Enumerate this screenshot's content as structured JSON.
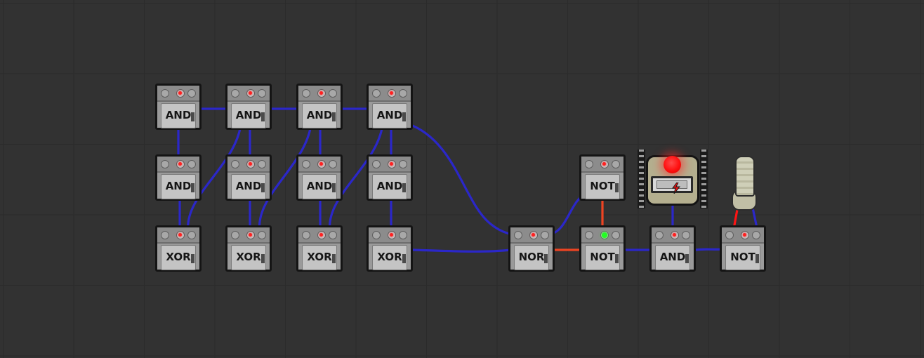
{
  "gates": [
    {
      "id": "and-r1c1",
      "label": "AND",
      "led": "red"
    },
    {
      "id": "and-r1c2",
      "label": "AND",
      "led": "red"
    },
    {
      "id": "and-r1c3",
      "label": "AND",
      "led": "red"
    },
    {
      "id": "and-r1c4",
      "label": "AND",
      "led": "red"
    },
    {
      "id": "and-r2c1",
      "label": "AND",
      "led": "red"
    },
    {
      "id": "and-r2c2",
      "label": "AND",
      "led": "red"
    },
    {
      "id": "and-r2c3",
      "label": "AND",
      "led": "red"
    },
    {
      "id": "and-r2c4",
      "label": "AND",
      "led": "red"
    },
    {
      "id": "xor-c1",
      "label": "XOR",
      "led": "red"
    },
    {
      "id": "xor-c2",
      "label": "XOR",
      "led": "red"
    },
    {
      "id": "xor-c3",
      "label": "XOR",
      "led": "red"
    },
    {
      "id": "xor-c4",
      "label": "XOR",
      "led": "red"
    },
    {
      "id": "nor-1",
      "label": "NOR",
      "led": "red"
    },
    {
      "id": "not-top",
      "label": "NOT",
      "led": "red"
    },
    {
      "id": "not-mid",
      "label": "NOT",
      "led": "green"
    },
    {
      "id": "and-out",
      "label": "AND",
      "led": "red"
    },
    {
      "id": "not-end",
      "label": "NOT",
      "led": "red"
    }
  ],
  "lamp": {
    "state": "on",
    "color": "#ff1a1a",
    "icon": "lightning-bolt-icon"
  },
  "wire_colors": {
    "inactive": "#2b27c9",
    "active": "#ee4422",
    "red": "#ff1414"
  },
  "theme": {
    "background": "#323232",
    "grid": "#2b2b2b",
    "gate_body": "#c4c4c4",
    "outline": "#141414"
  }
}
